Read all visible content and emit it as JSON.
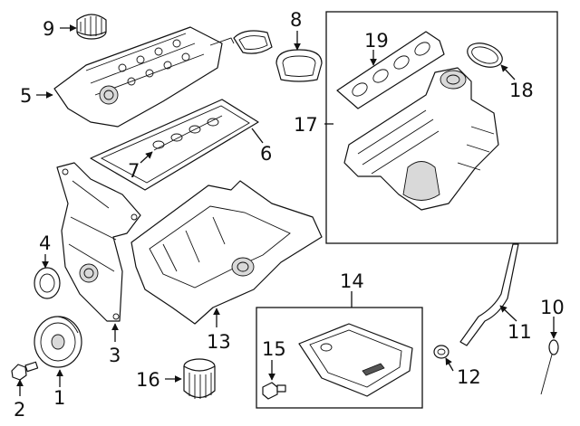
{
  "callouts": [
    "1",
    "2",
    "3",
    "4",
    "5",
    "6",
    "7",
    "8",
    "9",
    "10",
    "11",
    "12",
    "13",
    "14",
    "15",
    "16",
    "17",
    "18",
    "19"
  ],
  "colors": {
    "line": "#111111",
    "shade": "#d9d9d9",
    "background": "#ffffff"
  }
}
